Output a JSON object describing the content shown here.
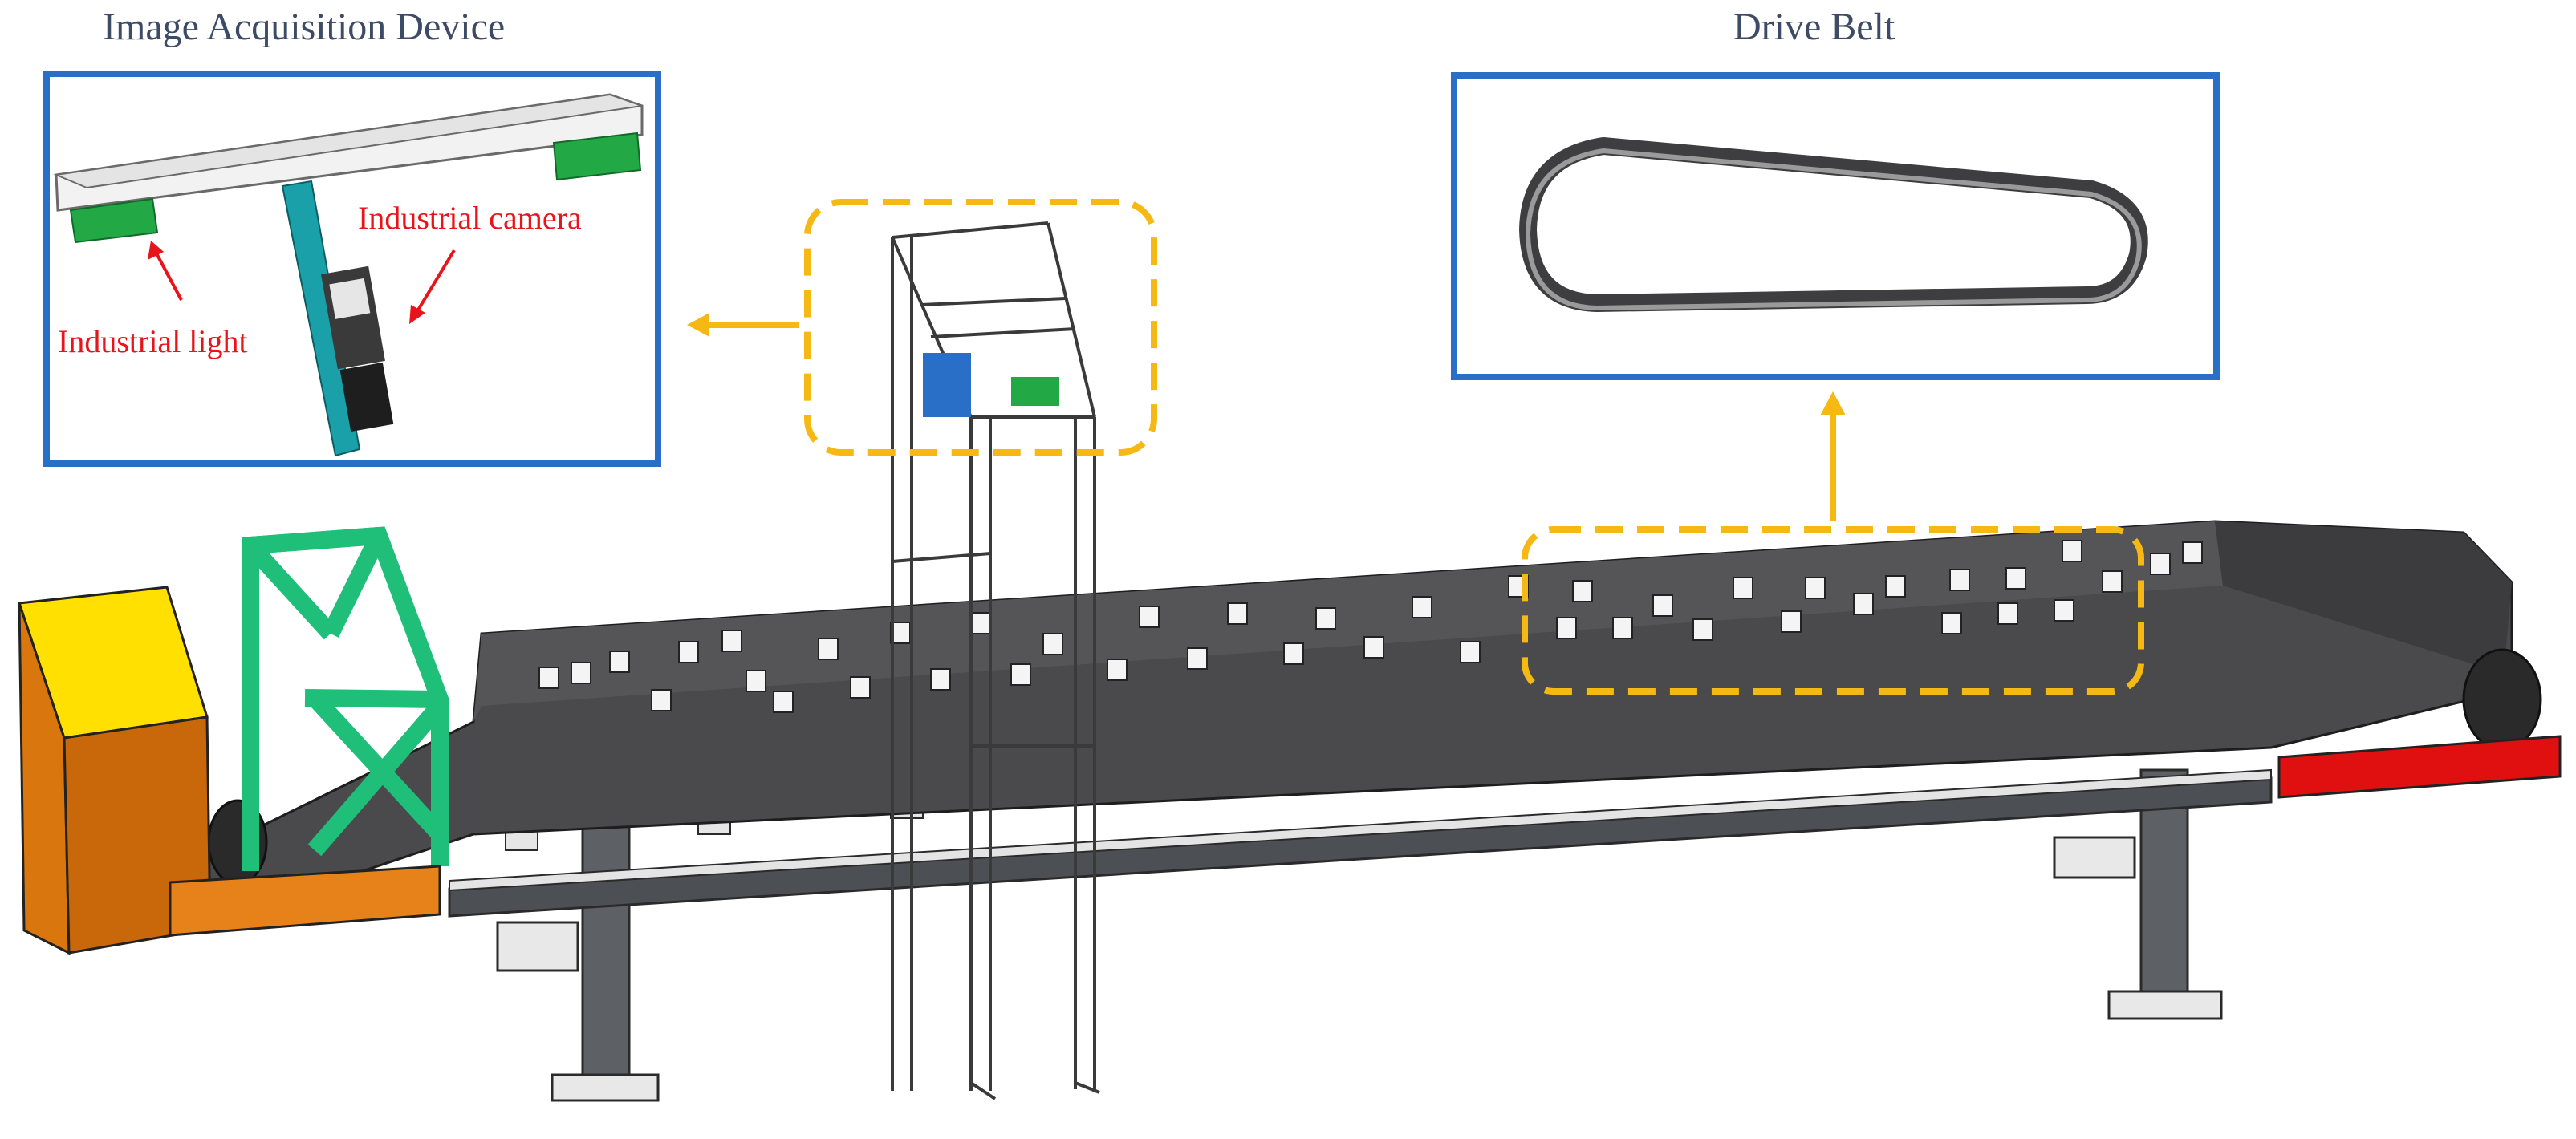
{
  "diagram": {
    "title_left": "Image Acquisition Device",
    "title_right": "Drive Belt",
    "label_camera": "Industrial camera",
    "label_light": "Industrial light"
  },
  "colors": {
    "frame_blue": "#2a6fc7",
    "dashed_yellow": "#f6b913",
    "arrow_red": "#e8141b",
    "belt_dark": "#4a4a4c",
    "support_green": "#1fbf7a",
    "light_green": "#22a845",
    "motor_yellow": "#ffe000",
    "motor_orange": "#d9760d",
    "tail_red": "#e01010",
    "title_text": "#3d4b66"
  },
  "icons": [
    "camera-icon",
    "light-icon",
    "arrow-icon"
  ]
}
